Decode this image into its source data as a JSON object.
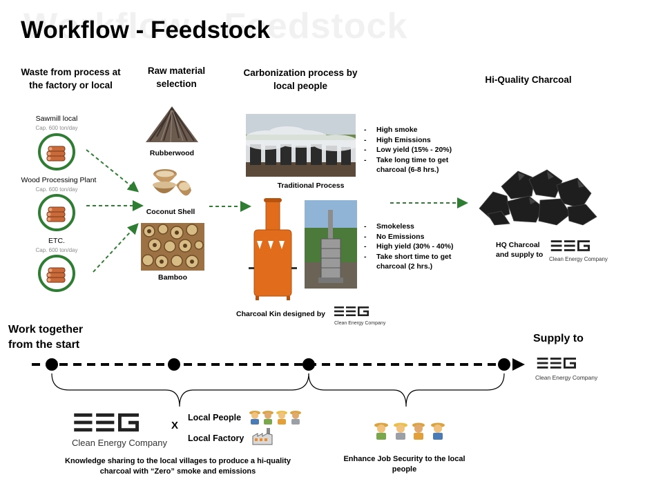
{
  "page": {
    "ghost_title": "Workflow - Feedstock",
    "title": "Workflow - Feedstock"
  },
  "headers": {
    "waste": "Waste from process at the factory or local",
    "raw": "Raw material selection",
    "carbonization": "Carbonization process by local people",
    "hq": "Hi-Quality Charcoal"
  },
  "sources": [
    {
      "name": "Sawmill local",
      "capacity": "Cap. 600 ton/day"
    },
    {
      "name": "Wood Processing Plant",
      "capacity": "Cap. 600 ton/day"
    },
    {
      "name": "ETC.",
      "capacity": "Cap. 600 ton/day"
    }
  ],
  "materials": {
    "rubberwood": "Rubberwood",
    "coconut": "Coconut Shell",
    "bamboo": "Bamboo"
  },
  "processes": {
    "traditional_label": "Traditional Process",
    "traditional_bullets": [
      "High smoke",
      "High Emissions",
      "Low yield (15% - 20%)",
      "Take long time to get charcoal (6-8 hrs.)"
    ],
    "kiln_label": "Charcoal Kin designed by",
    "kiln_bullets": [
      "Smokeless",
      "No Emissions",
      "High yield (30% - 40%)",
      "Take short time to get charcoal (2 hrs.)"
    ]
  },
  "output": {
    "hq_line1": "HQ Charcoal",
    "hq_line2": "and supply to"
  },
  "logo": {
    "mark": "EEG",
    "company": "Clean Energy Company"
  },
  "timeline": {
    "start_label": "Work together from the start",
    "end_label": "Supply to"
  },
  "bottom": {
    "x_mark": "X",
    "local_people": "Local People",
    "local_factory": "Local Factory",
    "knowledge_text": "Knowledge sharing to the local villages to produce a hi-quality charcoal with “Zero” smoke and emissions",
    "job_text": "Enhance Job Security to the local people"
  },
  "colors": {
    "green": "#2e7d32",
    "kiln_orange": "#e06c1c",
    "wood": "#c96a3a"
  }
}
